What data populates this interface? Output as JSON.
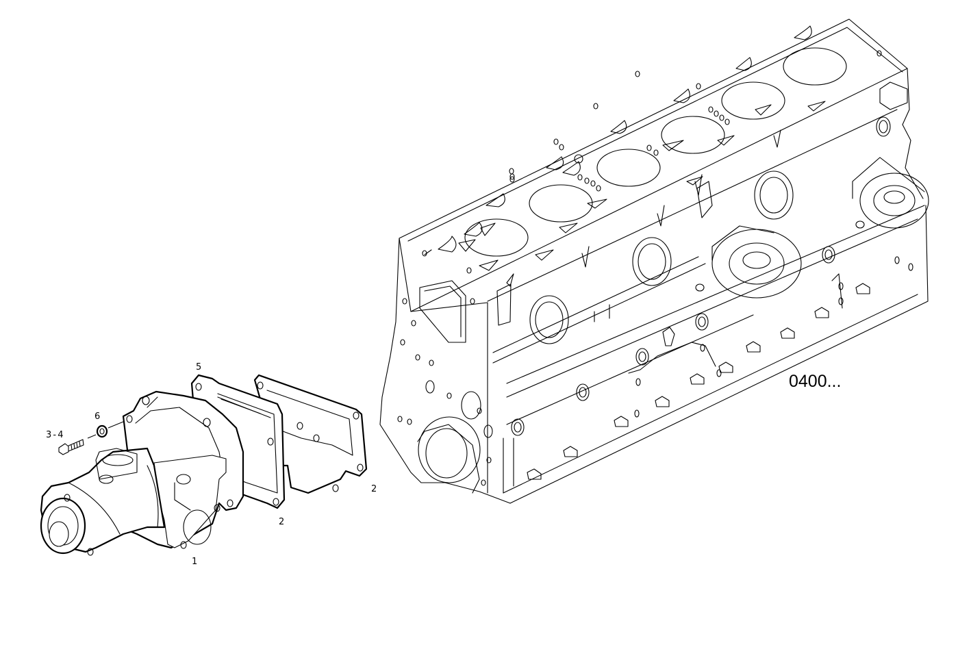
{
  "diagram": {
    "type": "exploded-parts-diagram",
    "reference_code": "0400...",
    "background": "#ffffff",
    "line_color": "#000000",
    "assemblies": [
      {
        "id": "engine-block",
        "label": "Engine cylinder block (6 cylinder bores)"
      },
      {
        "id": "water-pump-assembly",
        "label": "Water pump with gaskets and fasteners"
      }
    ],
    "callouts": [
      {
        "id": "c1",
        "label": "1",
        "part": "water-pump"
      },
      {
        "id": "c2a",
        "label": "2",
        "part": "gasket-inner"
      },
      {
        "id": "c2b",
        "label": "2",
        "part": "gasket-outer"
      },
      {
        "id": "c34",
        "label": "3 - 4",
        "part": "bolt"
      },
      {
        "id": "c5",
        "label": "5",
        "part": "gasket-plate"
      },
      {
        "id": "c6",
        "label": "6",
        "part": "washer"
      }
    ]
  }
}
